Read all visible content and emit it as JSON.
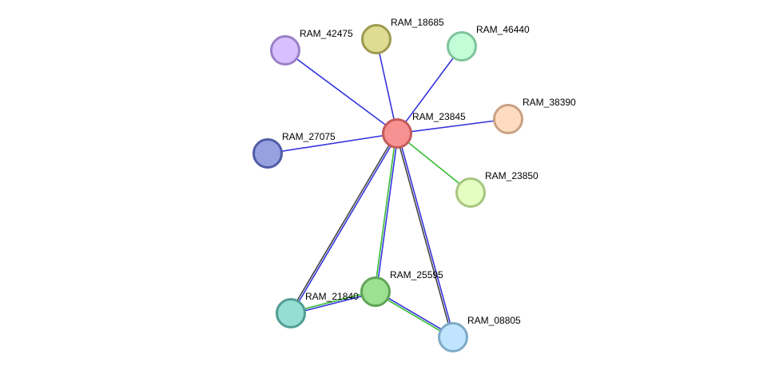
{
  "network": {
    "center": "RAM_23845",
    "nodes": [
      {
        "id": "n_23845",
        "label": "RAM_23845",
        "fill": "#f89191",
        "stroke": "#c45a5a"
      },
      {
        "id": "n_42475",
        "label": "RAM_42475",
        "fill": "#d6c0fd",
        "stroke": "#9a80c6"
      },
      {
        "id": "n_18685",
        "label": "RAM_18685",
        "fill": "#dedc92",
        "stroke": "#9c9a50"
      },
      {
        "id": "n_46440",
        "label": "RAM_46440",
        "fill": "#c2fdd8",
        "stroke": "#7fc39b"
      },
      {
        "id": "n_38390",
        "label": "RAM_38390",
        "fill": "#fddcbf",
        "stroke": "#c9a183"
      },
      {
        "id": "n_27075",
        "label": "RAM_27075",
        "fill": "#97a1e0",
        "stroke": "#4f5ca6"
      },
      {
        "id": "n_23850",
        "label": "RAM_23850",
        "fill": "#e4fdc0",
        "stroke": "#a6c580"
      },
      {
        "id": "n_25595",
        "label": "RAM_25595",
        "fill": "#9de092",
        "stroke": "#5ea554"
      },
      {
        "id": "n_21840",
        "label": "RAM_21840",
        "fill": "#96ded3",
        "stroke": "#519e94"
      },
      {
        "id": "n_08805",
        "label": "RAM_08805",
        "fill": "#c0e4fd",
        "stroke": "#7eaac6"
      }
    ],
    "edges": [
      {
        "source": "n_23845",
        "target": "n_42475",
        "colors": [
          "#3333dd"
        ]
      },
      {
        "source": "n_23845",
        "target": "n_18685",
        "colors": [
          "#3333dd"
        ]
      },
      {
        "source": "n_23845",
        "target": "n_46440",
        "colors": [
          "#3333dd"
        ]
      },
      {
        "source": "n_23845",
        "target": "n_38390",
        "colors": [
          "#3333dd"
        ]
      },
      {
        "source": "n_23845",
        "target": "n_27075",
        "colors": [
          "#3333dd"
        ]
      },
      {
        "source": "n_23845",
        "target": "n_23850",
        "colors": [
          "#33bb33"
        ]
      },
      {
        "source": "n_23845",
        "target": "n_25595",
        "colors": [
          "#3333dd",
          "#33bb33"
        ]
      },
      {
        "source": "n_23845",
        "target": "n_21840",
        "colors": [
          "#3333dd",
          "#444444"
        ]
      },
      {
        "source": "n_23845",
        "target": "n_08805",
        "colors": [
          "#3333dd",
          "#444444"
        ]
      },
      {
        "source": "n_25595",
        "target": "n_21840",
        "colors": [
          "#3333dd",
          "#33bb33"
        ]
      },
      {
        "source": "n_25595",
        "target": "n_08805",
        "colors": [
          "#3333dd",
          "#33bb33"
        ]
      }
    ]
  }
}
